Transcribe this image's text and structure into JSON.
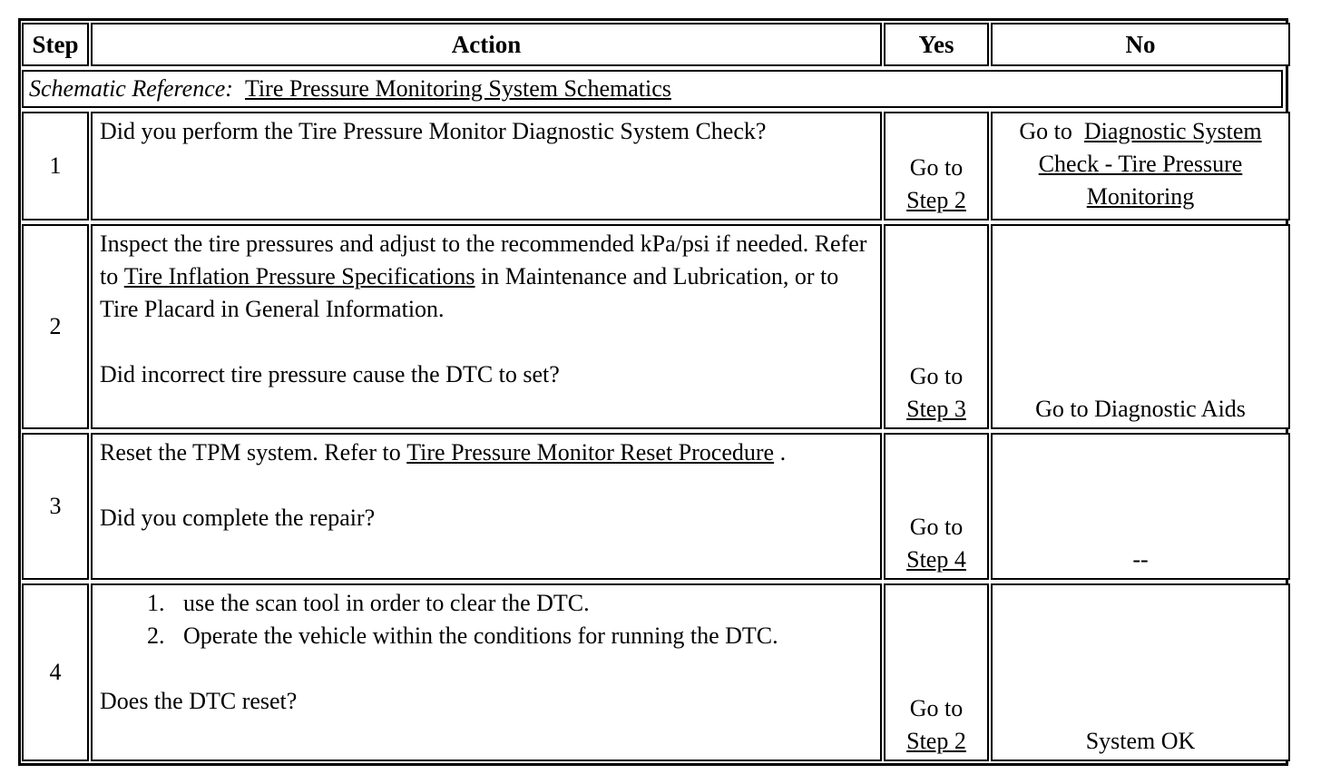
{
  "table": {
    "columns": {
      "step": "Step",
      "action": "Action",
      "yes": "Yes",
      "no": "No"
    },
    "schematic_reference": {
      "label": "Schematic Reference:",
      "link": "Tire Pressure Monitoring System Schematics"
    },
    "rows": [
      {
        "step": "1",
        "action": {
          "text": "Did you perform the Tire Pressure Monitor Diagnostic System Check?"
        },
        "yes": {
          "prefix": "Go to",
          "link": "Step 2"
        },
        "no": {
          "prefix": "Go to",
          "link": "Diagnostic System Check - Tire Pressure Monitoring"
        }
      },
      {
        "step": "2",
        "action": {
          "lead": "Inspect the tire pressures and adjust to the recommended kPa/psi if needed. Refer to",
          "link": "Tire Inflation Pressure Specifications",
          "tail": "in Maintenance and Lubrication, or to Tire Placard in General Information.",
          "question": "Did incorrect tire pressure cause the DTC to set?"
        },
        "yes": {
          "prefix": "Go to",
          "link": "Step 3"
        },
        "no": {
          "text": "Go to Diagnostic Aids"
        }
      },
      {
        "step": "3",
        "action": {
          "lead": "Reset the TPM system. Refer to",
          "link": "Tire Pressure Monitor Reset Procedure",
          "tail": ".",
          "question": "Did you complete the repair?"
        },
        "yes": {
          "prefix": "Go to",
          "link": "Step 4"
        },
        "no": {
          "text": "--"
        }
      },
      {
        "step": "4",
        "action": {
          "list": [
            "use the scan tool in order to clear the DTC.",
            "Operate the vehicle within the conditions for running the DTC."
          ],
          "question": "Does the DTC reset?"
        },
        "yes": {
          "prefix": "Go to",
          "link": "Step 2"
        },
        "no": {
          "text": "System OK"
        }
      }
    ]
  }
}
